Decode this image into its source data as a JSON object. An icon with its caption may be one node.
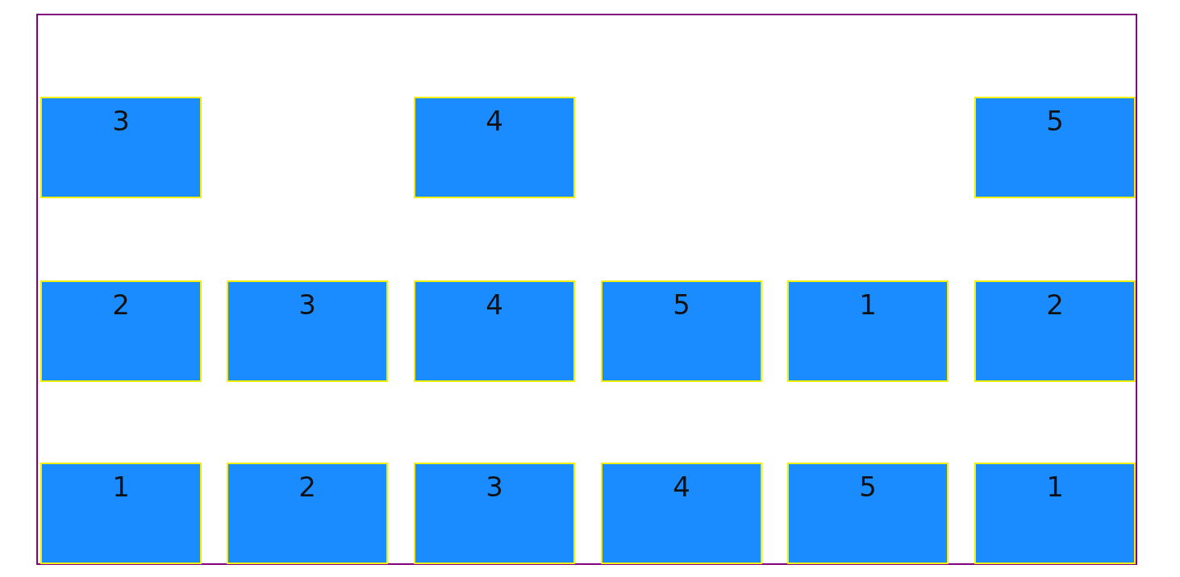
{
  "diagram": {
    "nodes": [
      {
        "text": [],
        "shape": "box"
      },
      {
        "text": [
          "3"
        ],
        "in": 0
      },
      {
        "text": [
          "4"
        ],
        "in": 0
      },
      {
        "text": [
          "5"
        ],
        "in": 0
      },
      {
        "text": [
          "2"
        ],
        "in": 0
      },
      {
        "text": [
          "3"
        ],
        "in": 0
      },
      {
        "text": [
          "4"
        ],
        "in": 0
      },
      {
        "text": [
          "5"
        ],
        "in": 0
      },
      {
        "text": [
          "1"
        ],
        "in": 0
      },
      {
        "text": [
          "2"
        ],
        "in": 0
      },
      {
        "text": [
          "1"
        ],
        "in": 0
      },
      {
        "text": [
          "2"
        ],
        "in": 0
      },
      {
        "text": [
          "3"
        ],
        "in": 0
      },
      {
        "text": [
          "4"
        ],
        "in": 0
      },
      {
        "text": [
          "5"
        ],
        "in": 0
      },
      {
        "text": [
          "1"
        ],
        "in": 0
      }
    ]
  }
}
